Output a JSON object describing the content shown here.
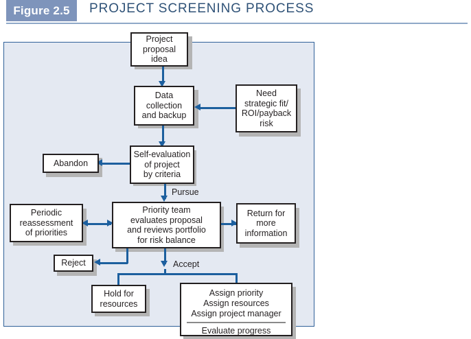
{
  "header": {
    "figure_tag": "Figure 2.5",
    "title": "PROJECT SCREENING PROCESS",
    "tag_bg_color": "#7e94bb",
    "title_color": "#2f5277",
    "rule_color": "#8fa8c8"
  },
  "panel": {
    "bg_color": "#e4e9f2",
    "border_color": "#2f6098"
  },
  "diagram": {
    "box_border_color": "#231f20",
    "box_fill_color": "#ffffff",
    "connector_color": "#1c5f9e",
    "shadow_color": "#b4b4b4",
    "nodes": {
      "project_proposal": "Project\nproposal\nidea",
      "project_proposal_lines": [
        "Project",
        "proposal",
        "idea"
      ],
      "data_collection_lines": [
        "Data",
        "collection",
        "and backup"
      ],
      "need_strategic_lines": [
        "Need",
        "strategic fit/",
        "ROI/payback",
        "risk"
      ],
      "self_evaluation_lines": [
        "Self-evaluation",
        "of project",
        "by criteria"
      ],
      "abandon": "Abandon",
      "periodic_lines": [
        "Periodic",
        "reassessment",
        "of priorities"
      ],
      "priority_team_lines": [
        "Priority team",
        "evaluates proposal",
        "and reviews portfolio",
        "for risk balance"
      ],
      "return_info_lines": [
        "Return for",
        "more",
        "information"
      ],
      "reject": "Reject",
      "hold_lines": [
        "Hold for",
        "resources"
      ],
      "assign_lines": [
        "Assign priority",
        "Assign resources",
        "Assign project manager"
      ],
      "evaluate_progress": "Evaluate progress"
    },
    "edge_labels": {
      "pursue": "Pursue",
      "accept": "Accept"
    }
  }
}
